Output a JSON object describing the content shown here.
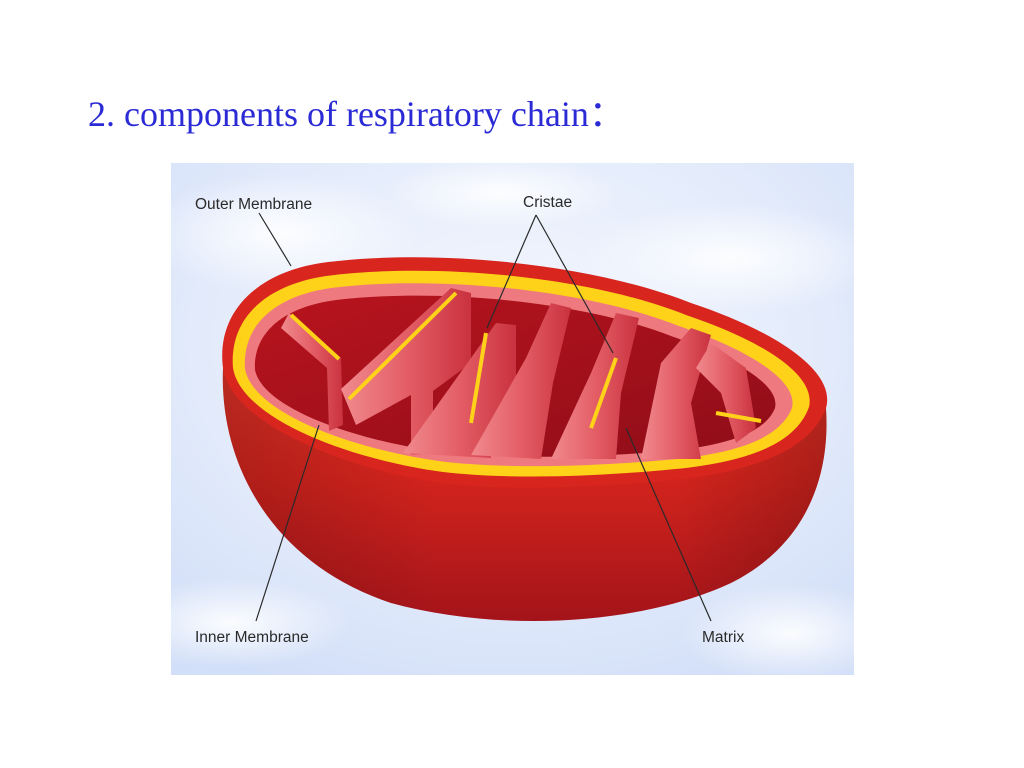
{
  "slide": {
    "title": "2. components of respiratory chain："
  },
  "diagram": {
    "labels": {
      "outer_membrane": "Outer Membrane",
      "cristae": "Cristae",
      "inner_membrane": "Inner Membrane",
      "matrix": "Matrix"
    },
    "colors": {
      "background_sky": "#dfe8fb",
      "outer_membrane": "#d8251e",
      "intermembrane_space": "#ffd21a",
      "inner_membrane": "#ee7a7f",
      "matrix": "#c21c26",
      "label_text": "#2a2a2a"
    }
  }
}
